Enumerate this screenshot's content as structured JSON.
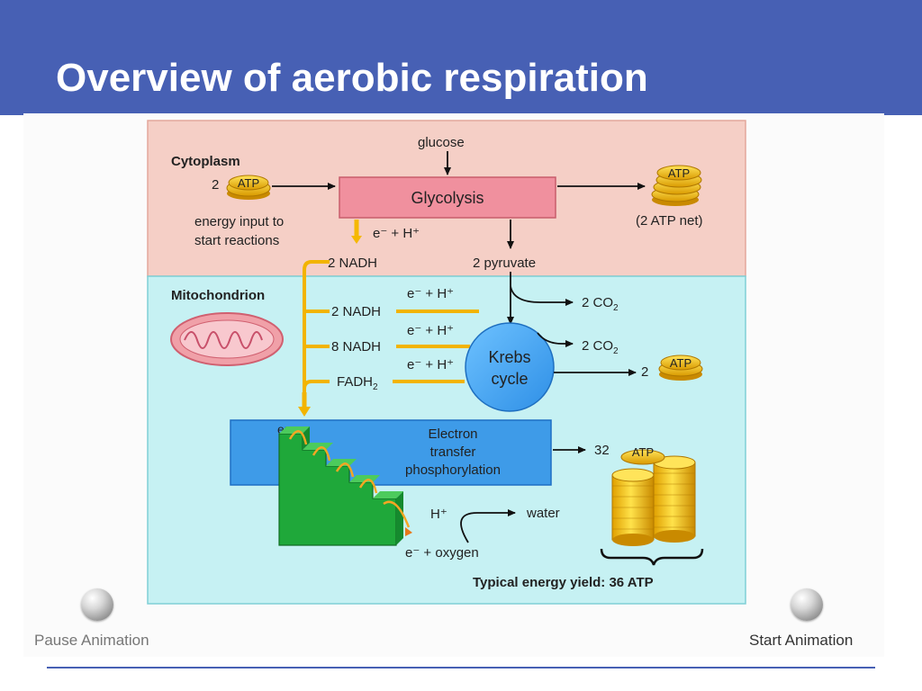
{
  "slide": {
    "title": "Overview of aerobic respiration",
    "accent_color": "#4760B4"
  },
  "diagram": {
    "cytoplasm": {
      "label": "Cytoplasm",
      "color": "#F5CFC6",
      "glucose": "glucose",
      "glycolysis": "Glycolysis",
      "input_count": "2",
      "atp": "ATP",
      "input_note_line1": "energy input to",
      "input_note_line2": "start reactions",
      "net_note": "(2 ATP net)",
      "nadh": "2 NADH",
      "pyruvate": "2 pyruvate"
    },
    "mitochondrion": {
      "label": "Mitochondrion",
      "color": "#C6F1F3",
      "nadh_1": "2 NADH",
      "nadh_2": "8 NADH",
      "fadh": "FADH",
      "co2": "2 CO",
      "krebs_line1": "Krebs",
      "krebs_line2": "cycle",
      "krebs_atp_count": "2",
      "etp_line1": "Electron",
      "etp_line2": "transfer",
      "etp_line3": "phosphorylation",
      "etp_atp_count": "32",
      "water": "water",
      "oxygen": "e⁻ + oxygen",
      "yield": "Typical energy yield: 36 ATP"
    },
    "carrier_label": "e⁻ + H⁺",
    "electron_label": "e⁻",
    "proton_label": "H⁺",
    "subscript_two": "2"
  },
  "controls": {
    "pause": "Pause Animation",
    "start": "Start Animation"
  }
}
